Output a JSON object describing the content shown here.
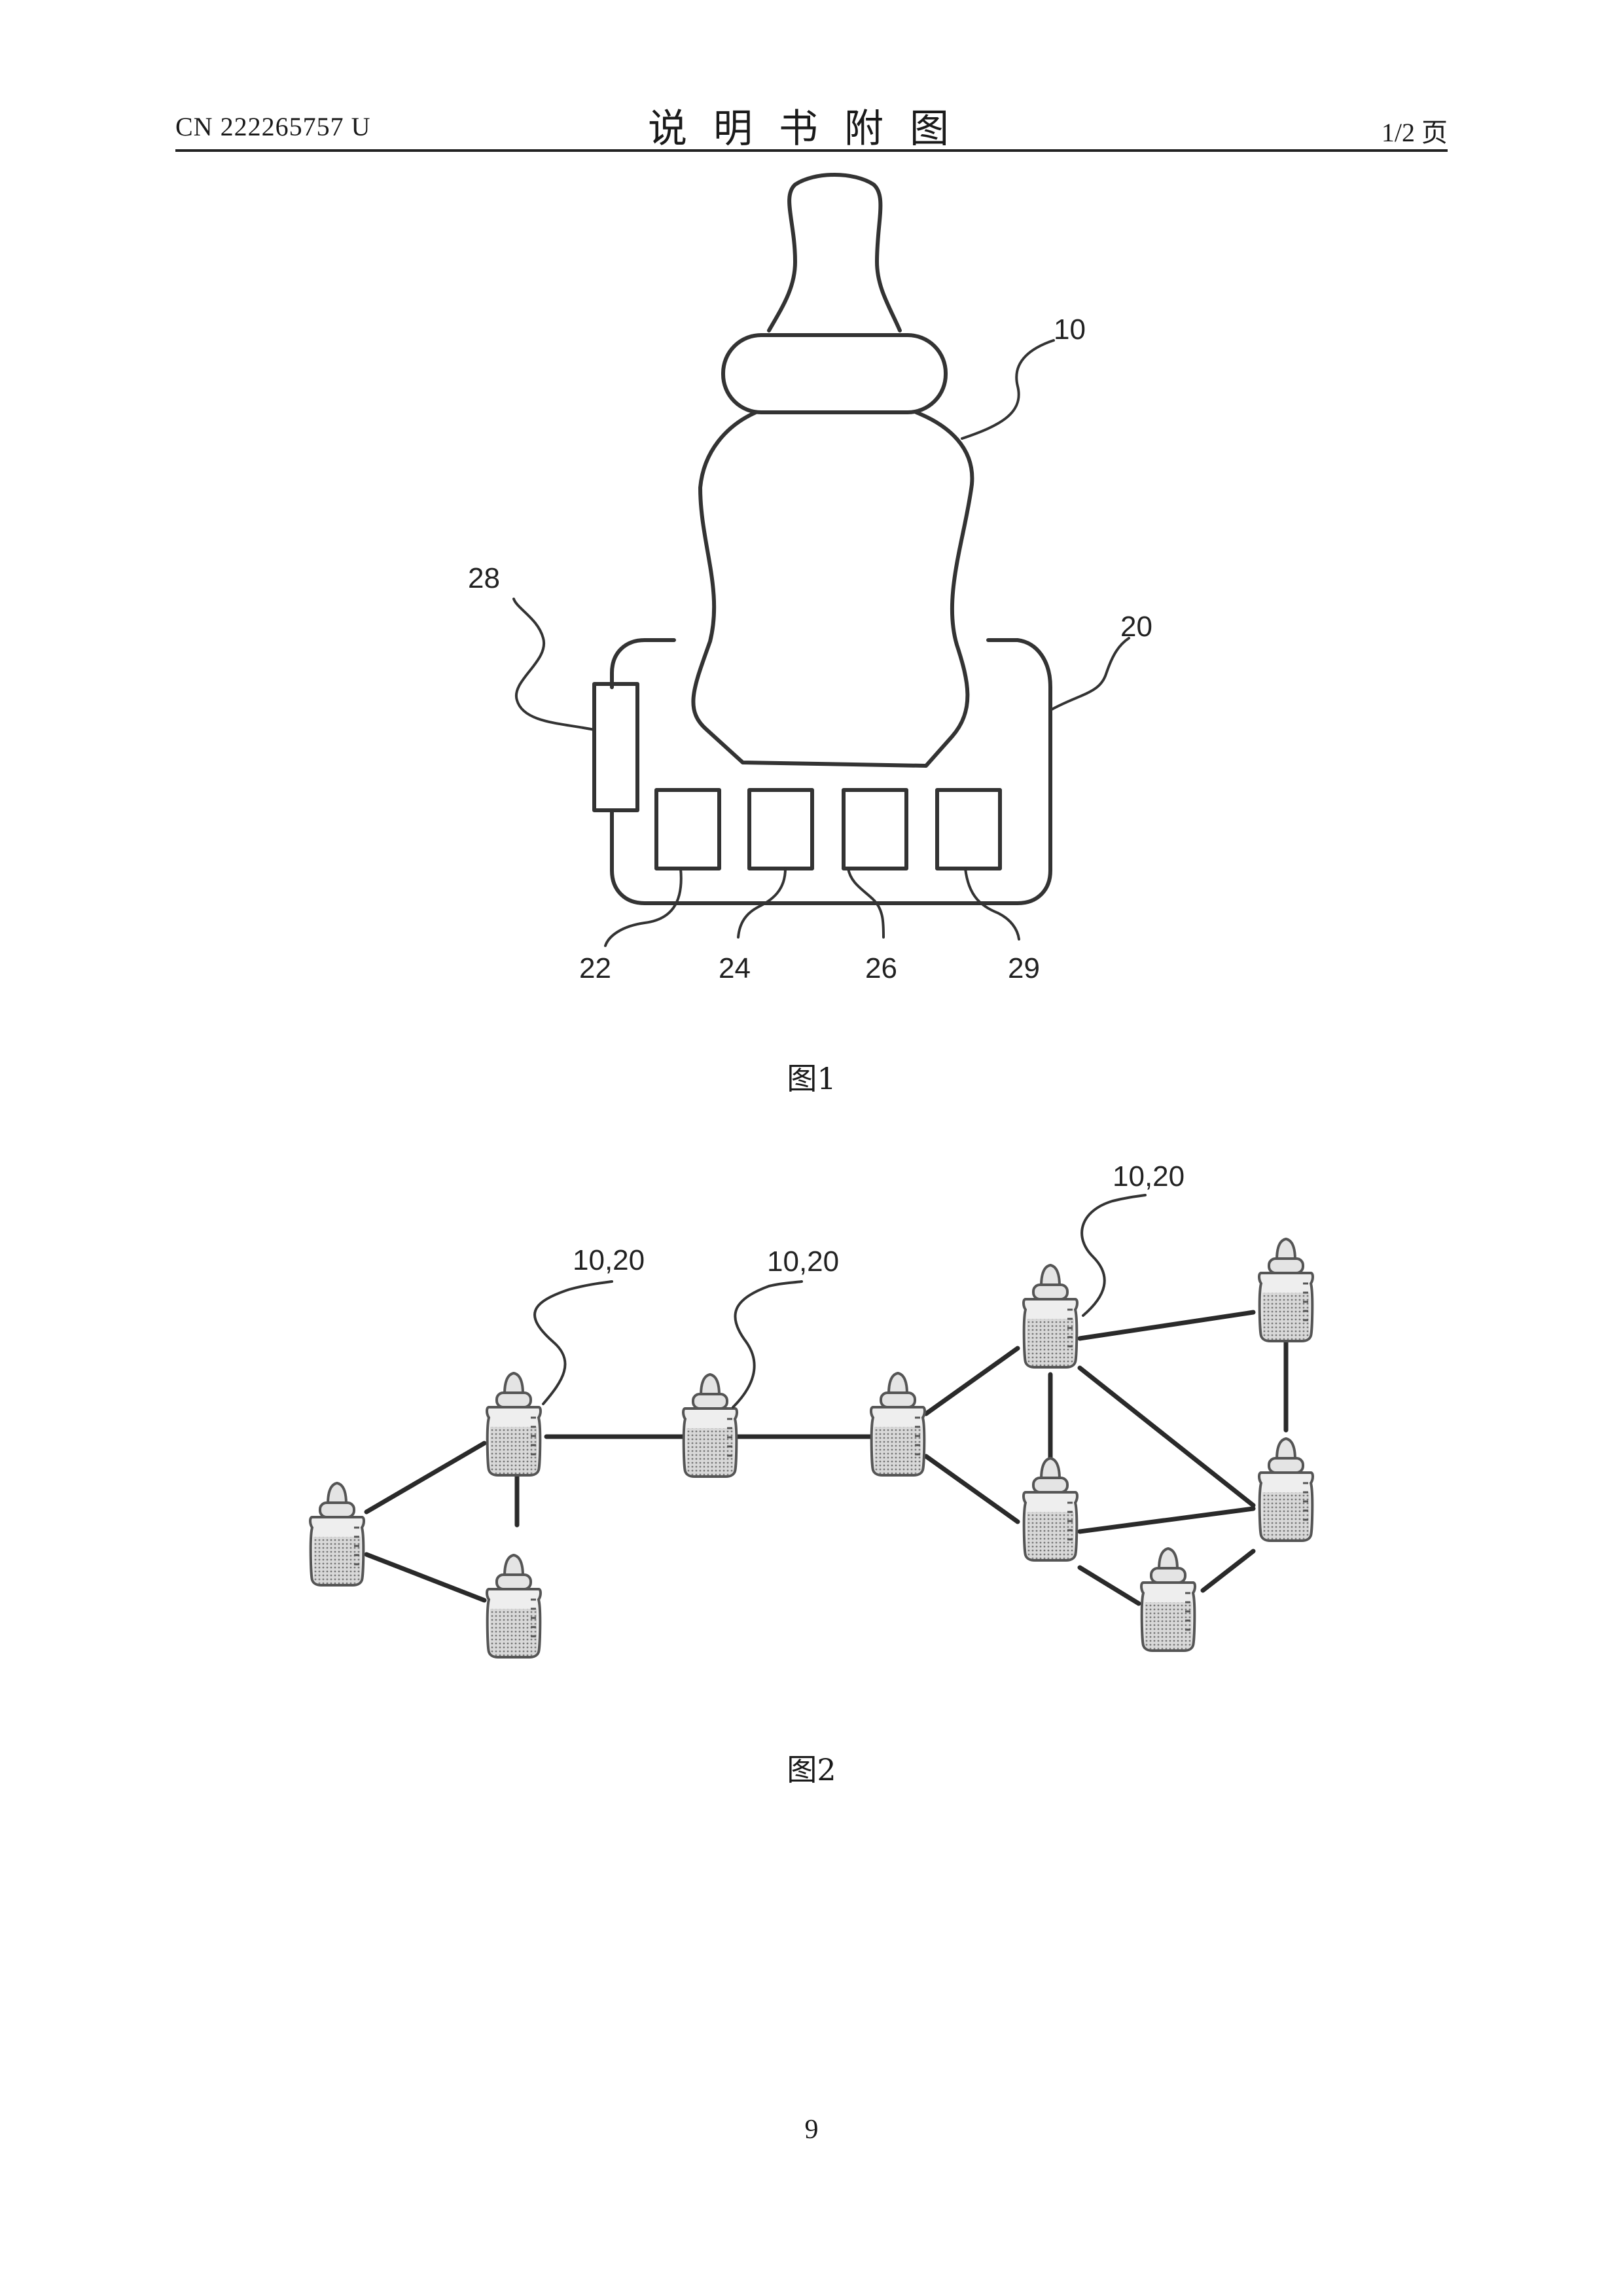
{
  "header": {
    "publication_number": "CN 222265757 U",
    "title": "说明书附图",
    "page_indicator": "1/2 页"
  },
  "figure1": {
    "caption": "图1",
    "labels": {
      "bottle": "10",
      "base": "20",
      "side_module": "28",
      "module_a": "22",
      "module_b": "24",
      "module_c": "26",
      "module_d": "29"
    }
  },
  "figure2": {
    "caption": "图2",
    "callouts": [
      "10,20",
      "10,20",
      "10,20"
    ]
  },
  "footer": {
    "page_number": "9"
  }
}
